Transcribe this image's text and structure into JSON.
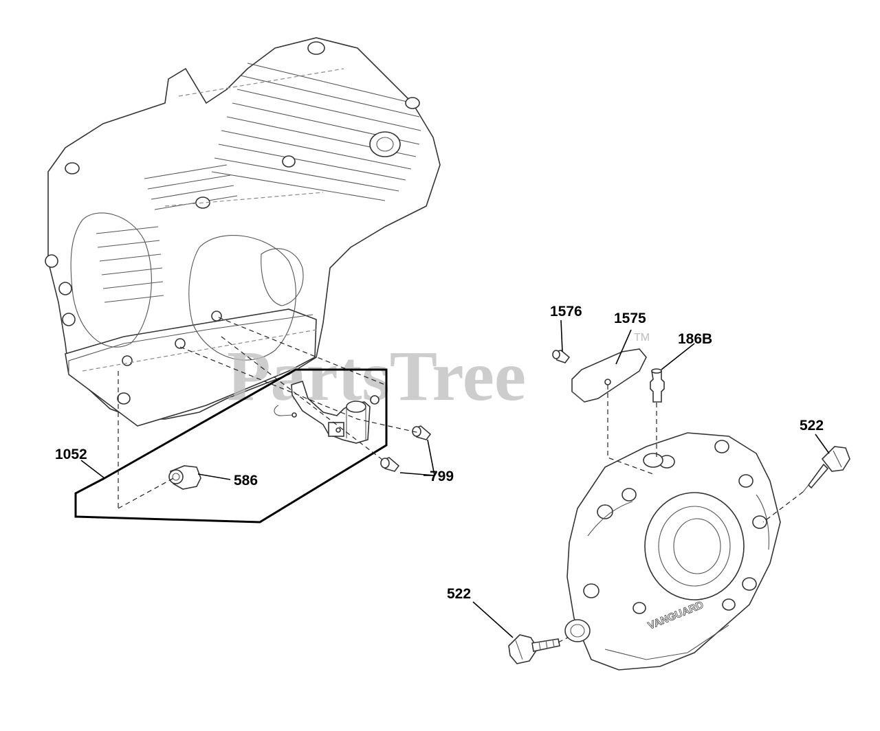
{
  "watermark": {
    "text": "PartsTree",
    "trademark": "TM"
  },
  "engraving": "VANGUARD",
  "callouts": [
    {
      "id": "1576",
      "label": "1576"
    },
    {
      "id": "1575",
      "label": "1575"
    },
    {
      "id": "186b",
      "label": "186B"
    },
    {
      "id": "522-right",
      "label": "522"
    },
    {
      "id": "1052",
      "label": "1052"
    },
    {
      "id": "586",
      "label": "586"
    },
    {
      "id": "799",
      "label": "799"
    },
    {
      "id": "522-bottom",
      "label": "522"
    }
  ]
}
